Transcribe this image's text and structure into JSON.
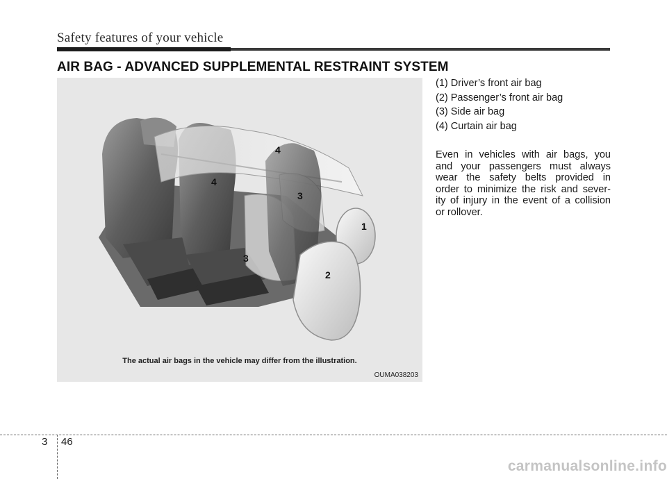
{
  "header": {
    "title": "Safety features of your vehicle"
  },
  "section": {
    "title": "AIR BAG - ADVANCED SUPPLEMENTAL RESTRAINT SYSTEM"
  },
  "figure": {
    "caption": "The actual air bags in the vehicle may differ from the illustration.",
    "code": "OUMA038203",
    "callouts": [
      "4",
      "4",
      "3",
      "1",
      "3",
      "2"
    ]
  },
  "legend": [
    "(1) Driver’s front air bag",
    "(2) Passenger’s front air bag",
    "(3) Side air bag",
    "(4) Curtain air bag"
  ],
  "body": [
    "Even in vehicles with air bags, you",
    "and your passengers must always",
    "wear the safety belts provided in",
    "order to minimize the risk and sever-",
    "ity of injury in the event of a collision",
    "or rollover."
  ],
  "footer": {
    "chapter": "3",
    "page": "46"
  },
  "watermark": "carmanualsonline.info"
}
